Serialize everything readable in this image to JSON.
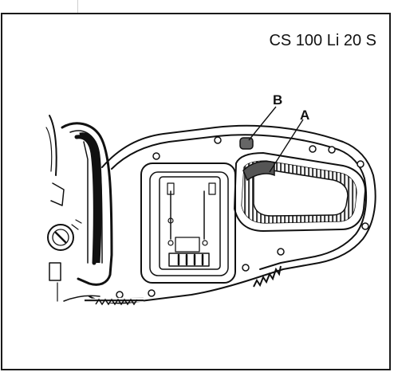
{
  "header": {
    "model": "CS 100 Li 20 S"
  },
  "callouts": {
    "a": "A",
    "b": "B"
  }
}
